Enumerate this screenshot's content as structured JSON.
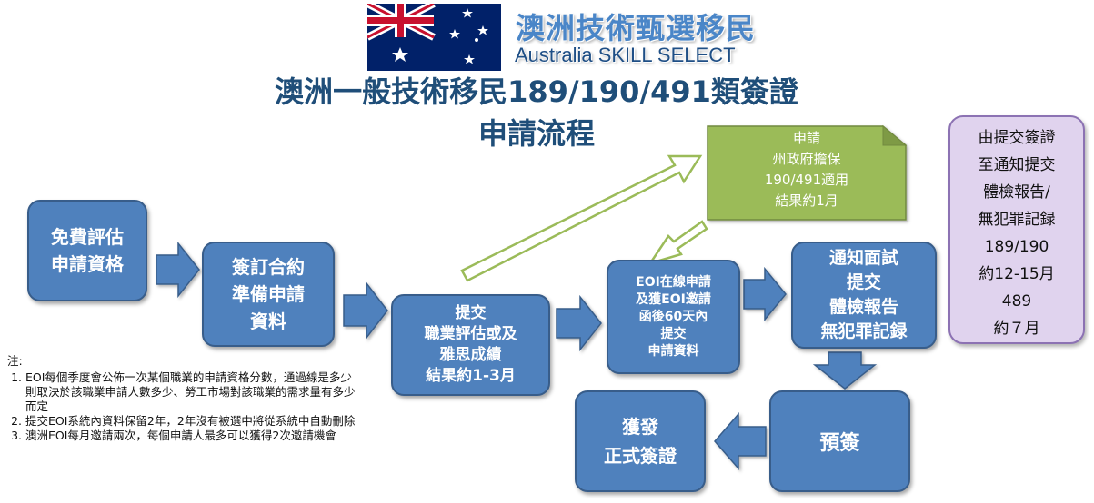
{
  "brand": {
    "name_zh": "澳洲技術甄選移民",
    "name_en": "Australia SKILL SELECT"
  },
  "title": {
    "line1": "澳洲一般技術移民189/190/491類簽證",
    "line2": "申請流程"
  },
  "steps": {
    "free_assessment": [
      "免費評估",
      "申請資格"
    ],
    "sign_contract": [
      "簽訂合約",
      "準備申請",
      "資料"
    ],
    "submit_assessment": [
      "提交",
      "職業評估或及",
      "雅思成績",
      "結果約1-3月"
    ],
    "state_sponsorship": [
      "申請",
      "州政府擔保",
      "190/491適用",
      "結果約1月"
    ],
    "eoi": [
      "EOI在線申請",
      "及獲EOI邀請",
      "函後60天內",
      "提交",
      "申請資料"
    ],
    "interview": [
      "通知面試",
      "提交",
      "體檢報告",
      "無犯罪記録"
    ],
    "pre_visa": "預簽",
    "grant": [
      "獲發",
      "正式簽證"
    ]
  },
  "processing_note": [
    "由提交簽證",
    "至通知提交",
    "體檢報告/",
    "無犯罪記録",
    "189/190",
    "約12-15月",
    "489",
    "約７月"
  ],
  "notes": {
    "heading": "注:",
    "items": [
      "EOI每個季度會公佈一次某個職業的申請資格分數，通過線是多少則取決於該職業申請人數多少、勞工市場對該職業的需求量有多少而定",
      "提交EOI系統內資料保留2年，2年沒有被選中將從系統中自動刪除",
      "澳洲EOI每月邀請兩次，每個申請人最多可以獲得2次邀請機會"
    ]
  },
  "colors": {
    "step_fill": "#4f81bd",
    "state_fill": "#9bbb59",
    "note_fill": "#e0d3ee",
    "title": "#1f4e79"
  }
}
